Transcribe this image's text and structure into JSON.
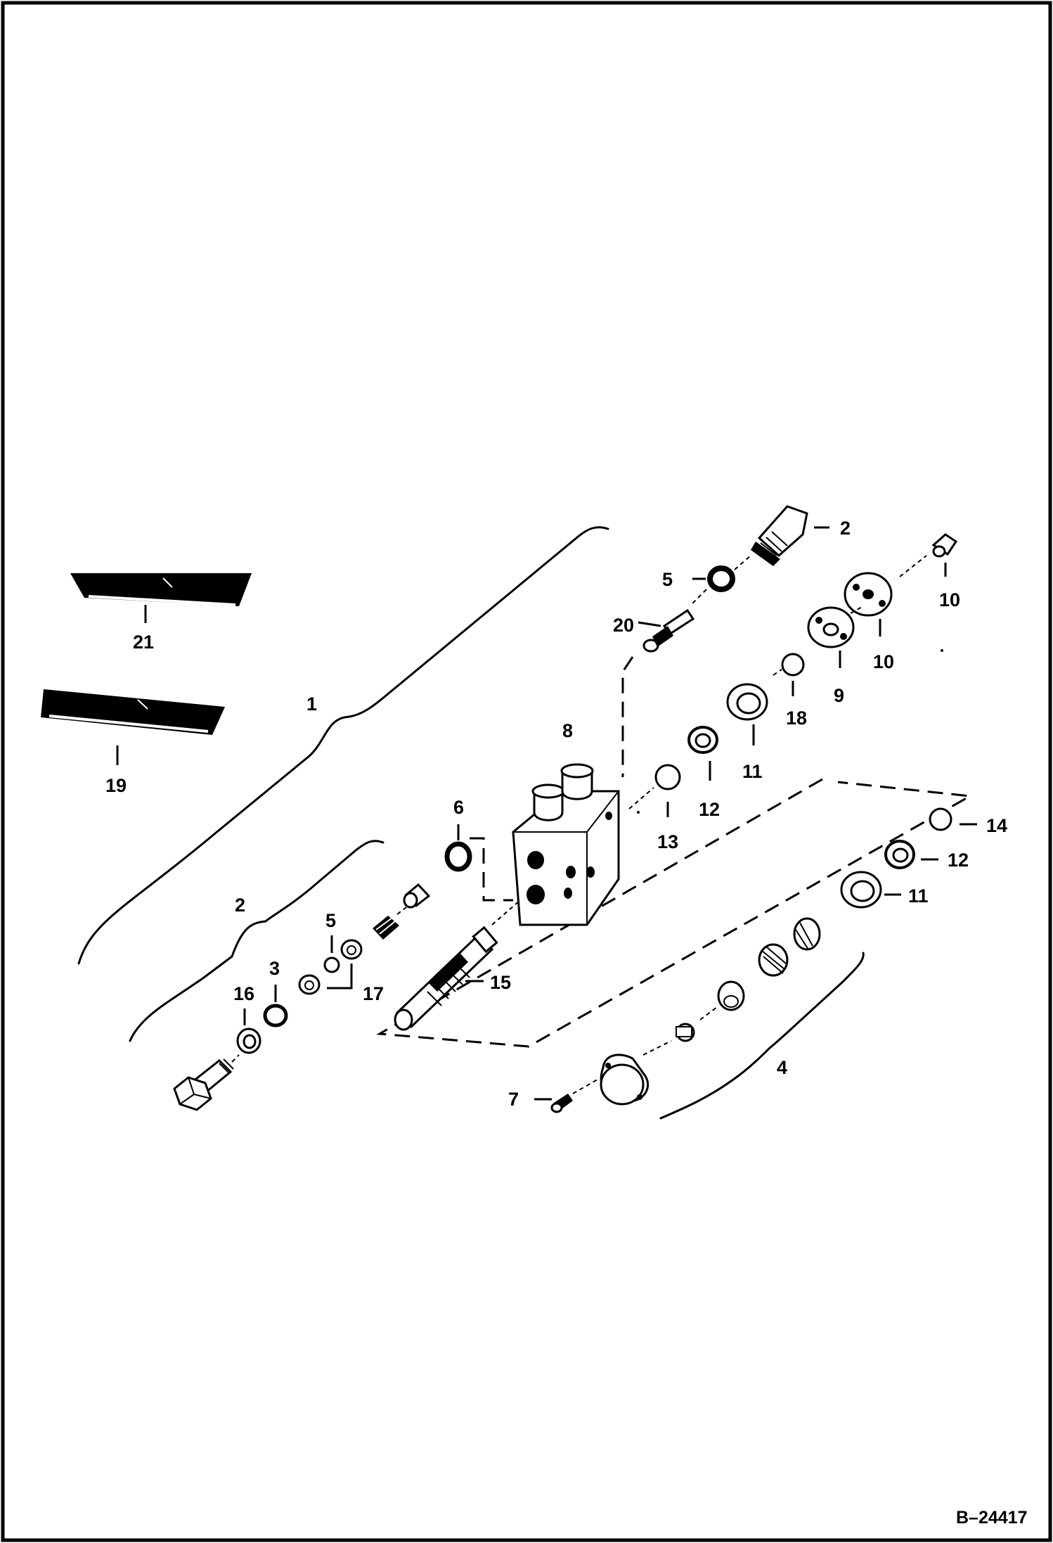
{
  "diagram": {
    "figure_code": "B–24417",
    "callouts": [
      {
        "id": "c1",
        "label": "1"
      },
      {
        "id": "c2a",
        "label": "2"
      },
      {
        "id": "c2b",
        "label": "2"
      },
      {
        "id": "c3",
        "label": "3"
      },
      {
        "id": "c4",
        "label": "4"
      },
      {
        "id": "c5a",
        "label": "5"
      },
      {
        "id": "c5b",
        "label": "5"
      },
      {
        "id": "c6",
        "label": "6"
      },
      {
        "id": "c7",
        "label": "7"
      },
      {
        "id": "c8",
        "label": "8"
      },
      {
        "id": "c9",
        "label": "9"
      },
      {
        "id": "c10a",
        "label": "10"
      },
      {
        "id": "c10b",
        "label": "10"
      },
      {
        "id": "c11a",
        "label": "11"
      },
      {
        "id": "c11b",
        "label": "11"
      },
      {
        "id": "c12a",
        "label": "12"
      },
      {
        "id": "c12b",
        "label": "12"
      },
      {
        "id": "c13",
        "label": "13"
      },
      {
        "id": "c14",
        "label": "14"
      },
      {
        "id": "c15",
        "label": "15"
      },
      {
        "id": "c16",
        "label": "16"
      },
      {
        "id": "c17",
        "label": "17"
      },
      {
        "id": "c18",
        "label": "18"
      },
      {
        "id": "c19",
        "label": "19"
      },
      {
        "id": "c20",
        "label": "20"
      },
      {
        "id": "c21",
        "label": "21"
      }
    ]
  }
}
